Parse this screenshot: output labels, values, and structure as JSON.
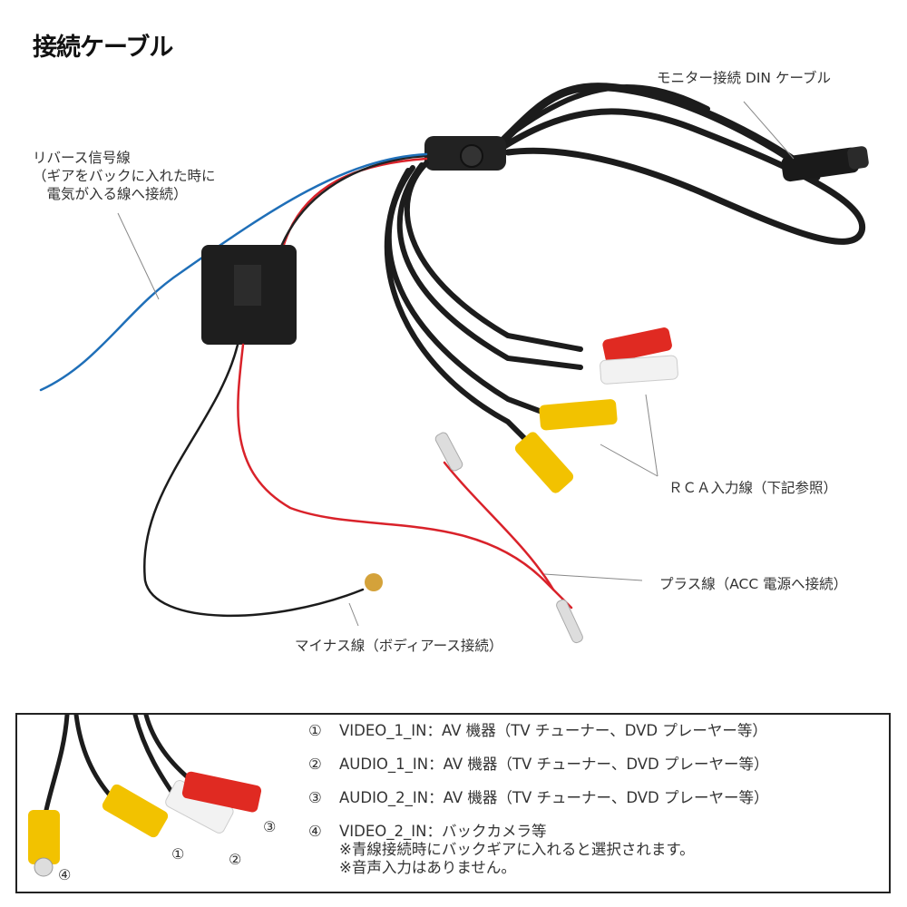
{
  "title": "接続ケーブル",
  "labels": {
    "reverse_signal": [
      "リバース信号線",
      "（ギアをバックに入れた時に",
      "　電気が入る線へ接続）"
    ],
    "monitor_din": "モニター接続 DIN ケーブル",
    "rca_input": "ＲＣＡ入力線（下記参照）",
    "plus_line": "プラス線（ACC 電源へ接続）",
    "minus_line": "マイナス線（ボディアース接続）"
  },
  "legend": {
    "items": [
      {
        "num": "①",
        "text": "VIDEO_1_IN：AV 機器（TV チューナー、DVD プレーヤー等）"
      },
      {
        "num": "②",
        "text": "AUDIO_1_IN：AV 機器（TV チューナー、DVD プレーヤー等）"
      },
      {
        "num": "③",
        "text": "AUDIO_2_IN：AV 機器（TV チューナー、DVD プレーヤー等）"
      },
      {
        "num": "④",
        "text": "VIDEO_2_IN：バックカメラ等",
        "notes": [
          "※青線接続時にバックギアに入れると選択されます。",
          "※音声入力はありません。"
        ]
      }
    ],
    "photo_markers": [
      "①",
      "②",
      "③",
      "④"
    ]
  },
  "colors": {
    "cable": "#1c1c1c",
    "wire_red": "#d9222a",
    "wire_blue": "#1f6fb8",
    "rca_red": "#e02a22",
    "rca_white": "#f2f2f2",
    "rca_yellow": "#f2c200"
  }
}
